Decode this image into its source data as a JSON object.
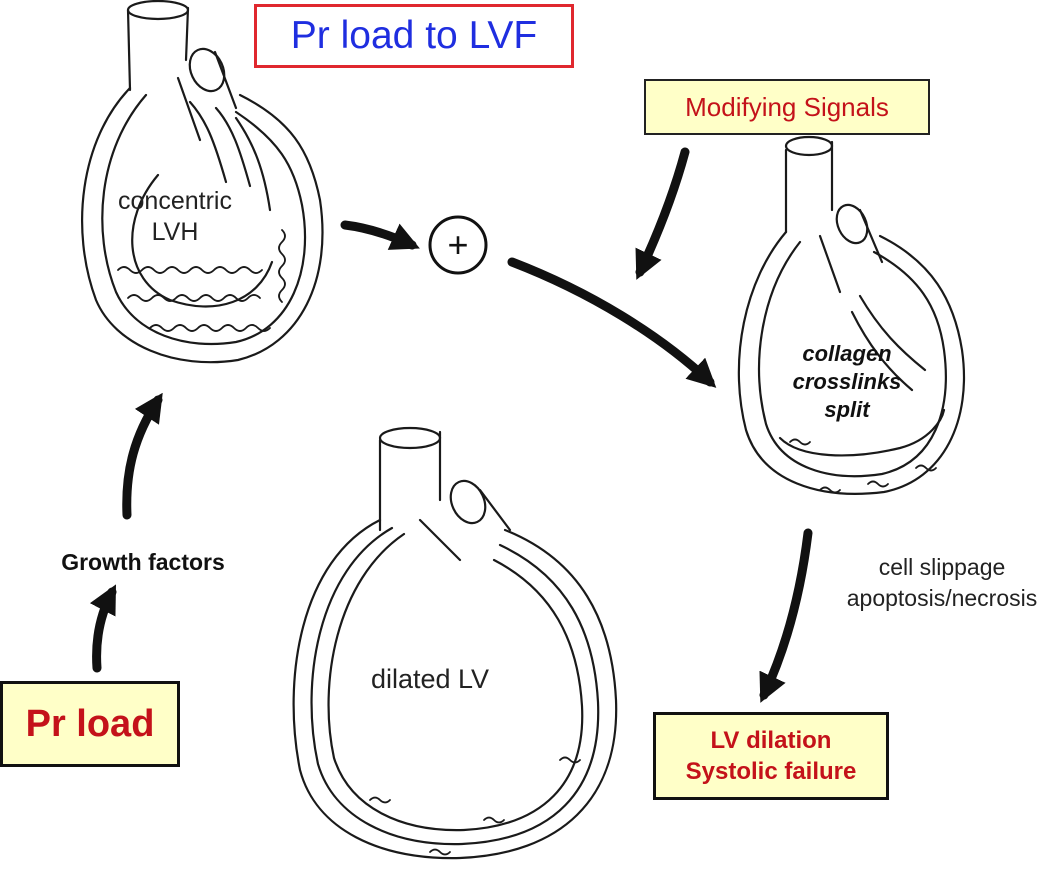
{
  "title": "Pr load to LVF",
  "colors": {
    "title_text": "#1f2ee0",
    "title_border": "#e0282e",
    "accent_red": "#c4121a",
    "box_fill": "#ffffc8",
    "line": "#111111"
  },
  "boxes": {
    "modifying_signals": "Modifying Signals",
    "pr_load": "Pr load",
    "outcome_line1": "LV dilation",
    "outcome_line2": "Systolic failure"
  },
  "labels": {
    "concentric_line1": "concentric",
    "concentric_line2": "LVH",
    "collagen_line1": "collagen",
    "collagen_line2": "crosslinks",
    "collagen_line3": "split",
    "growth_factors": "Growth factors",
    "cell_line1": "cell slippage",
    "cell_line2": "apoptosis/necrosis",
    "dilated": "dilated LV"
  },
  "symbols": {
    "plus": "+"
  },
  "icons": [
    "concentric-lvh-heart-icon",
    "collagen-split-heart-icon",
    "dilated-lv-heart-icon",
    "plus-circle-icon"
  ]
}
